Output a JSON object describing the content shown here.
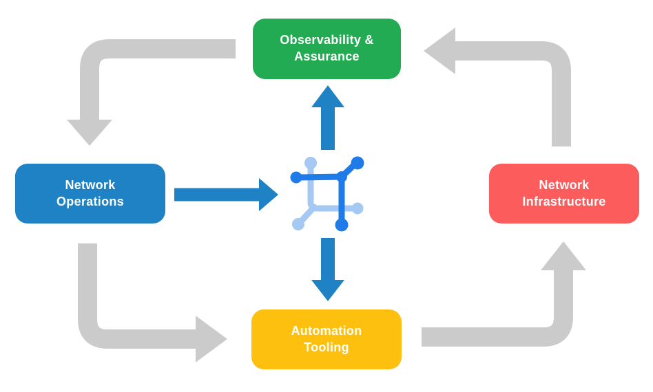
{
  "diagram": {
    "type": "cycle-flow",
    "description": "Network automation lifecycle: four stages cycling around a central network hub icon",
    "nodes": {
      "observability": {
        "label": "Observability &\nAssurance",
        "color": "#23AB53"
      },
      "operations": {
        "label": "Network\nOperations",
        "color": "#1E82C4"
      },
      "infrastructure": {
        "label": "Network\nInfrastructure",
        "color": "#FC5C5C"
      },
      "tooling": {
        "label": "Automation\nTooling",
        "color": "#FEC00F"
      }
    },
    "center_icon": {
      "name": "network-hub-icon",
      "dark_blue": "#1E7BE8",
      "light_blue": "#A5C9F2"
    },
    "flows": {
      "gray_color": "#CBCBCB",
      "blue_color": "#1E82C5",
      "connections": [
        "observability-assurance to network-operations (gray elbow arrow)",
        "network-infrastructure to observability-assurance (gray elbow arrow)",
        "network-operations to automation-tooling (gray elbow arrow)",
        "automation-tooling to network-infrastructure (gray elbow arrow)",
        "network-operations to hub (blue straight arrow)",
        "hub to observability-assurance (blue straight arrow)",
        "hub to automation-tooling (blue straight arrow)"
      ]
    }
  }
}
